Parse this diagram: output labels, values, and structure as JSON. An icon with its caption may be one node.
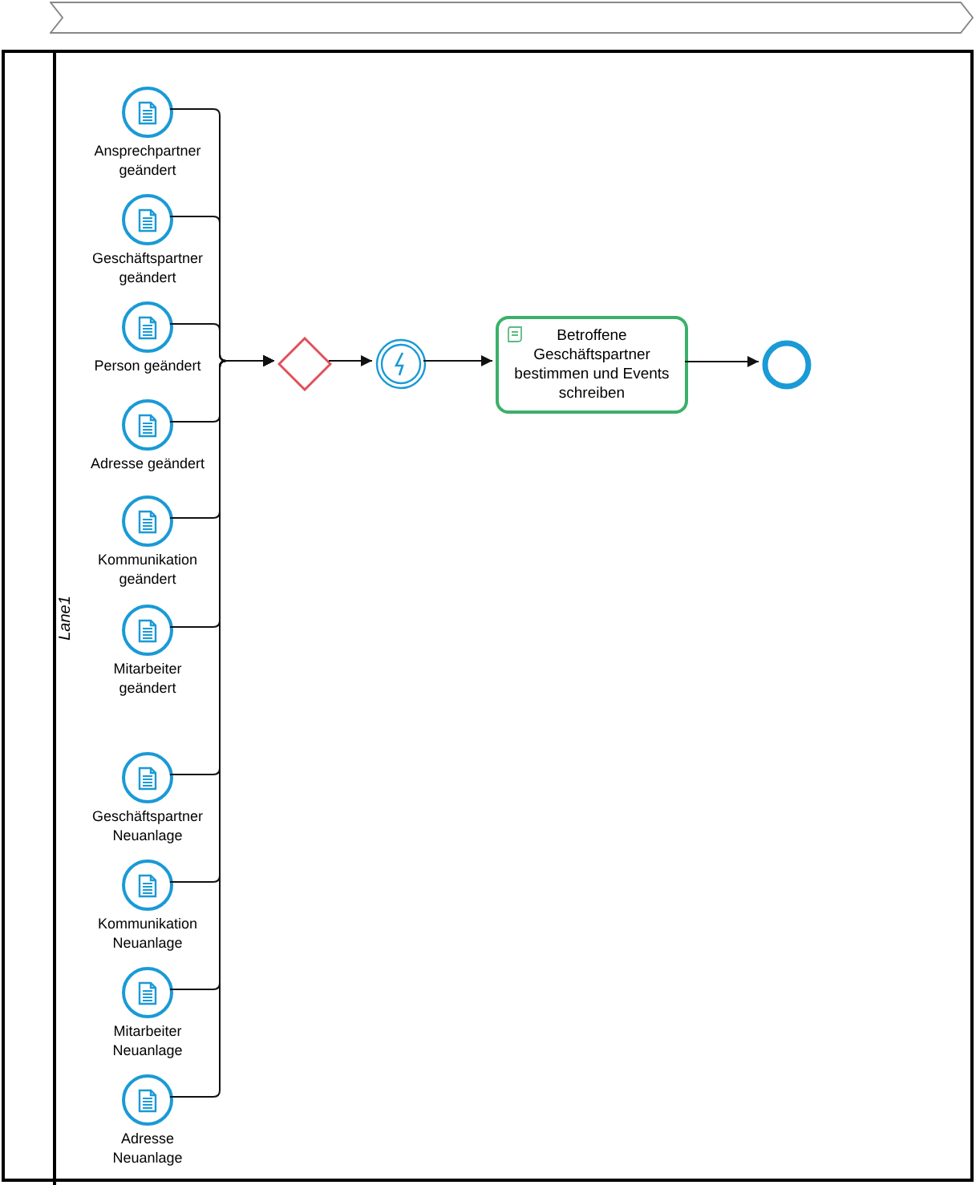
{
  "diagram": {
    "nodes": [
      {
        "text": [],
        "shape": "band"
      },
      {
        "text": [],
        "shape": "box"
      },
      {
        "text": [
          "Lane1"
        ],
        "in": 1
      },
      {
        "text": [
          "Ansprechpartner geändert"
        ],
        "in": 2
      },
      {
        "text": [
          "Geschäftspartner geändert"
        ],
        "in": 2
      },
      {
        "text": [
          "Person geändert"
        ],
        "in": 2
      },
      {
        "text": [
          "Adresse geändert"
        ],
        "in": 2
      },
      {
        "text": [
          "Kommunikation geändert"
        ],
        "in": 2
      },
      {
        "text": [
          "Mitarbeiter geändert"
        ],
        "in": 2
      },
      {
        "text": [
          "Geschäftspartner Neuanlage"
        ],
        "in": 2
      },
      {
        "text": [
          "Kommunikation Neuanlage"
        ],
        "in": 2
      },
      {
        "text": [
          "Mitarbeiter Neuanlage"
        ],
        "in": 2
      },
      {
        "text": [
          "Adresse Neuanlage"
        ],
        "in": 2
      },
      {
        "text": [],
        "shape": "diamond",
        "in": 2
      },
      {
        "text": [],
        "shape": "circle",
        "in": 2
      },
      {
        "text": [
          "Betroffene Geschäftspartner bestimmen und Events schreiben"
        ],
        "in": 2
      },
      {
        "text": [],
        "shape": "circle",
        "in": 2
      }
    ],
    "edges": [
      {
        "from": 3,
        "to": 13,
        "arrow": "to"
      },
      {
        "from": 4,
        "to": 13,
        "arrow": "to"
      },
      {
        "from": 5,
        "to": 13,
        "arrow": "to"
      },
      {
        "from": 6,
        "to": 13,
        "arrow": "to"
      },
      {
        "from": 7,
        "to": 13,
        "arrow": "to"
      },
      {
        "from": 8,
        "to": 13,
        "arrow": "to"
      },
      {
        "from": 9,
        "to": 13,
        "arrow": "to"
      },
      {
        "from": 10,
        "to": 13,
        "arrow": "to"
      },
      {
        "from": 11,
        "to": 13,
        "arrow": "to"
      },
      {
        "from": 12,
        "to": 13,
        "arrow": "to"
      },
      {
        "from": 13,
        "to": 14,
        "arrow": "to"
      },
      {
        "from": 14,
        "to": 15,
        "arrow": "to"
      },
      {
        "from": 15,
        "to": 16,
        "arrow": "to"
      }
    ]
  }
}
